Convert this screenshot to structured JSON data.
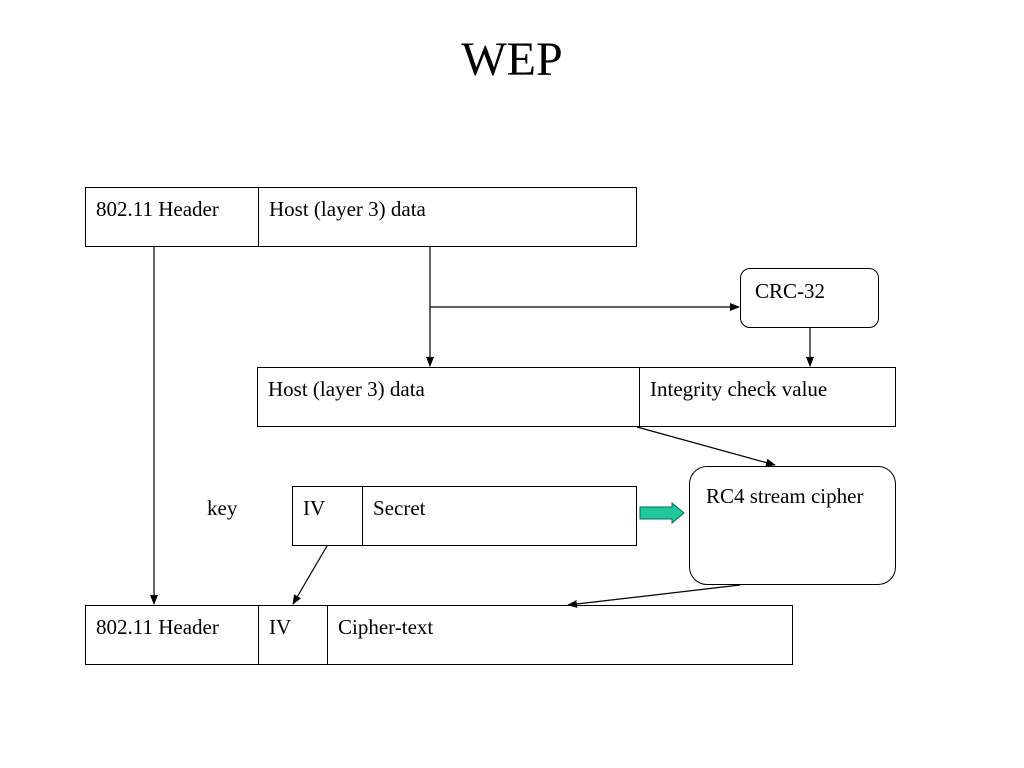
{
  "title": "WEP",
  "frame_top": {
    "header": "802.11 Header",
    "data": "Host (layer 3) data"
  },
  "crc": "CRC-32",
  "frame_mid": {
    "data": "Host (layer 3) data",
    "icv": "Integrity check value"
  },
  "key": {
    "label": "key",
    "iv": "IV",
    "secret": "Secret"
  },
  "rc4": "RC4 stream cipher",
  "frame_out": {
    "header": "802.11 Header",
    "iv": "IV",
    "cipher": "Cipher-text"
  },
  "colors": {
    "block_arrow_fill": "#1fc79a",
    "block_arrow_stroke": "#0a6b55"
  }
}
